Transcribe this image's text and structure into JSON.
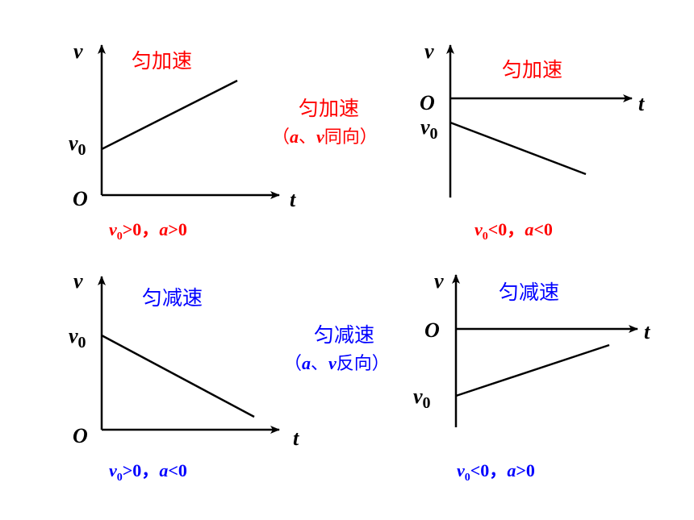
{
  "colors": {
    "accelerate": "#ff0000",
    "decelerate": "#0000ff",
    "axis": "#000000"
  },
  "labels": {
    "v": "v",
    "t": "t",
    "o": "O",
    "v0_base": "v",
    "v0_sub": "0"
  },
  "panels": [
    {
      "id": "tl",
      "title": "匀加速",
      "caption": {
        "lead": "v",
        "sub": "0",
        "mid": ">0，",
        "a": "a",
        "tail": ">0"
      }
    },
    {
      "id": "tr",
      "title": "匀加速",
      "caption": {
        "lead": "v",
        "sub": "0",
        "mid": "<0，",
        "a": "a",
        "tail": "<0"
      }
    },
    {
      "id": "bl",
      "title": "匀减速",
      "caption": {
        "lead": "v",
        "sub": "0",
        "mid": ">0，",
        "a": "a",
        "tail": "<0"
      }
    },
    {
      "id": "br",
      "title": "匀减速",
      "caption": {
        "lead": "v",
        "sub": "0",
        "mid": "<0，",
        "a": "a",
        "tail": ">0"
      }
    }
  ],
  "notes": {
    "same": {
      "title": "匀加速",
      "open": "（",
      "a": "a",
      "sep": "、",
      "v": "v",
      "rest": "同向）"
    },
    "opposite": {
      "title": "匀减速",
      "open": "（",
      "a": "a",
      "sep": "、",
      "v": "v",
      "rest": "反向）"
    }
  }
}
